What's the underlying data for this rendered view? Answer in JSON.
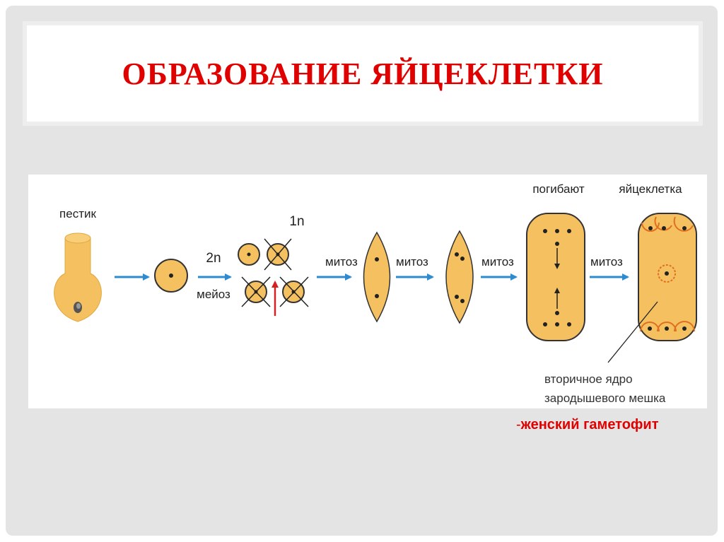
{
  "slide": {
    "title": "ОБРАЗОВАНИЕ ЯЙЦЕКЛЕТКИ",
    "caption_dash": "-",
    "caption": "женский гаметофит"
  },
  "diagram": {
    "labels": {
      "pistil": "пестик",
      "two_n": "2n",
      "meiosis": "мейоз",
      "one_n": "1n",
      "mitosis_1": "митоз",
      "mitosis_2": "митоз",
      "mitosis_3": "митоз",
      "mitosis_4": "митоз",
      "die": "погибают",
      "egg_cell": "яйцеклетка",
      "secondary_nucleus_line1": "вторичное ядро",
      "secondary_nucleus_line2": "зародышевого мешка"
    },
    "colors": {
      "cell_fill": "#f5c060",
      "cell_stroke": "#333333",
      "arrow_blue": "#2e8bd0",
      "arrow_red": "#d42020",
      "egg_edge": "#e07020"
    }
  }
}
